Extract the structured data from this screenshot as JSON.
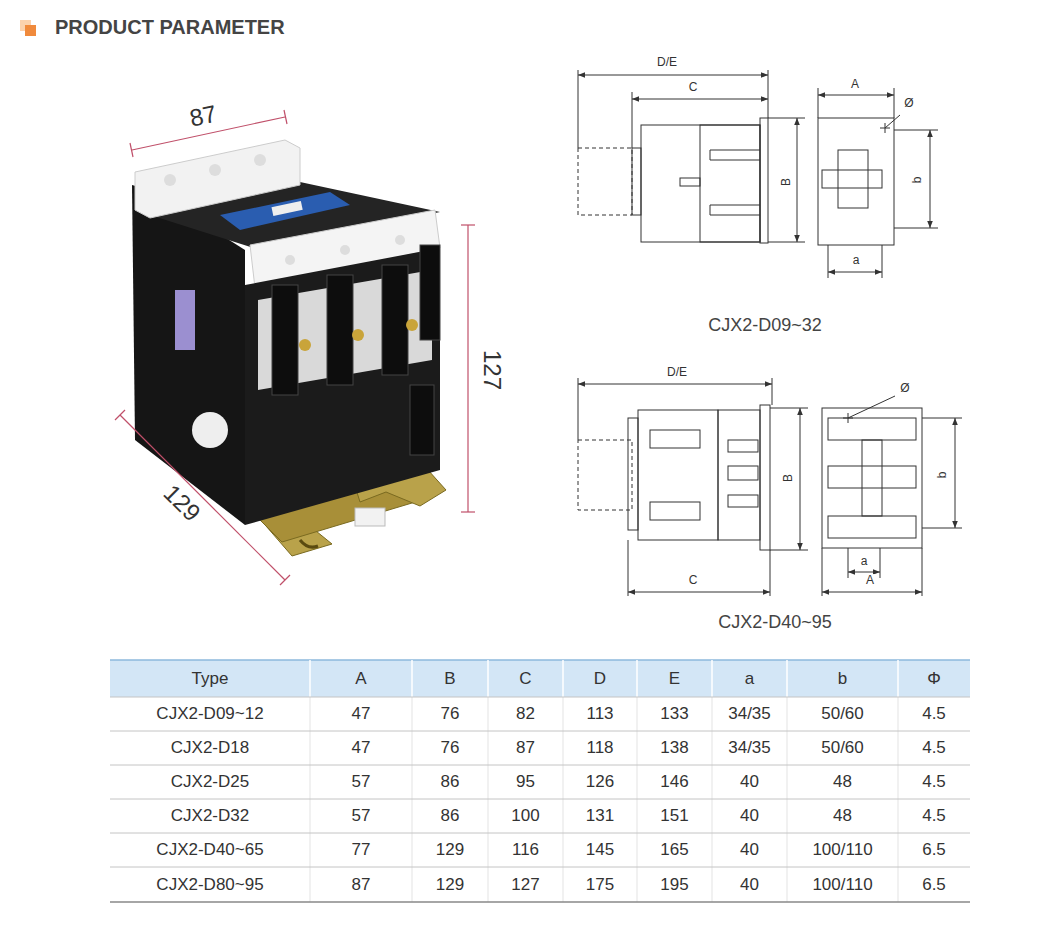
{
  "diagram": {
    "title": "PRODUCT PARAMETER",
    "labels": [
      "87",
      "127",
      "129",
      "D/E",
      "C",
      "A",
      "Ø",
      "B",
      "b",
      "a",
      "CJX2-D09~32",
      "D/E",
      "Ø",
      "B",
      "b",
      "a",
      "C",
      "A",
      "CJX2-D40~95",
      "Type",
      "A",
      "B",
      "C",
      "D",
      "E",
      "a",
      "b",
      "Φ",
      "CJX2-D09~12",
      "47",
      "76",
      "82",
      "113",
      "133",
      "34/35",
      "50/60",
      "4.5",
      "CJX2-D18",
      "47",
      "76",
      "87",
      "118",
      "138",
      "34/35",
      "50/60",
      "4.5",
      "CJX2-D25",
      "57",
      "86",
      "95",
      "126",
      "146",
      "40",
      "48",
      "4.5",
      "CJX2-D32",
      "57",
      "86",
      "100",
      "131",
      "151",
      "40",
      "48",
      "4.5",
      "CJX2-D40~65",
      "77",
      "129",
      "116",
      "145",
      "165",
      "40",
      "100/110",
      "6.5",
      "CJX2-D80~95",
      "87",
      "129",
      "127",
      "175",
      "195",
      "40",
      "100/110",
      "6.5"
    ]
  }
}
